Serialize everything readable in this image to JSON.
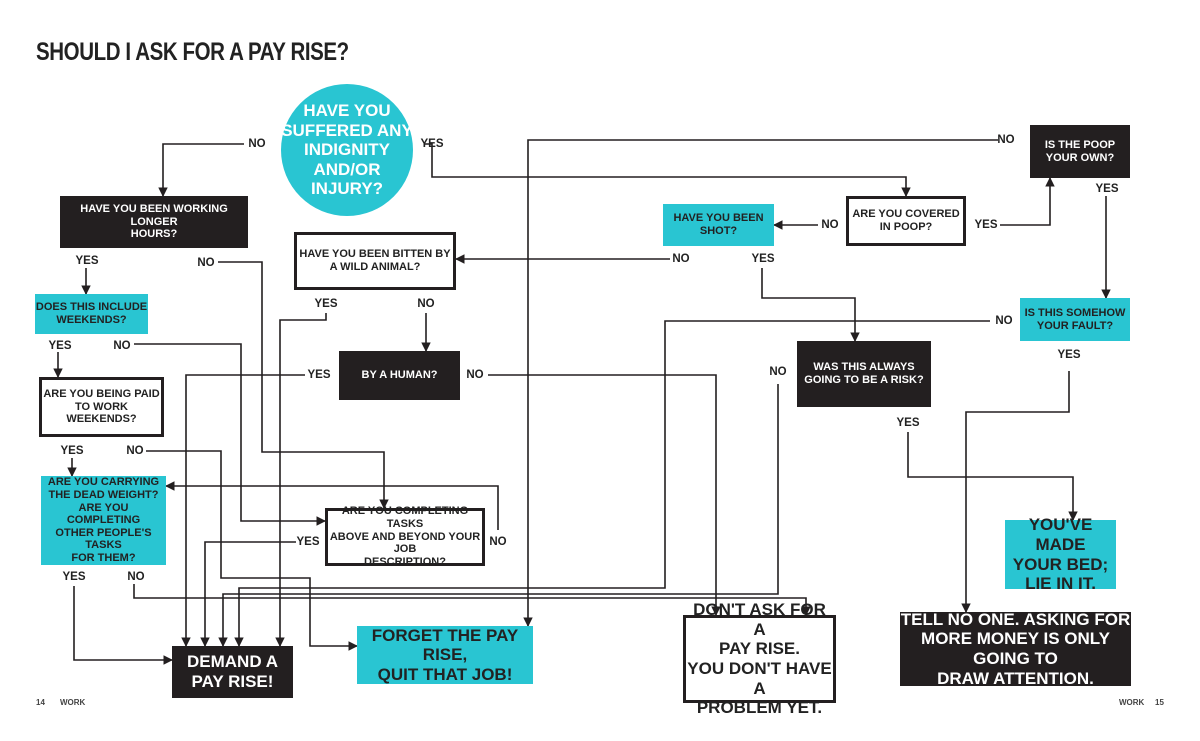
{
  "title": "SHOULD I ASK FOR A PAY RISE?",
  "colors": {
    "accent": "#29c5d2",
    "dark": "#231f20",
    "line": "#231f20"
  },
  "nodes": {
    "start": "HAVE YOU\nSUFFERED ANY\nINDIGNITY\nAND/OR\nINJURY?",
    "longer_hours": "HAVE YOU BEEN WORKING LONGER\nHOURS?",
    "weekends": "DOES THIS INCLUDE\nWEEKENDS?",
    "paid_weekends": "ARE YOU BEING PAID\nTO WORK WEEKENDS?",
    "dead_weight": "ARE YOU CARRYING\nTHE DEAD WEIGHT?\nARE YOU COMPLETING\nOTHER PEOPLE'S TASKS\nFOR THEM?",
    "bitten": "HAVE YOU BEEN BITTEN BY\nA WILD ANIMAL?",
    "human": "BY A HUMAN?",
    "tasks_above": "ARE YOU COMPLETING TASKS\nABOVE AND BEYOND YOUR JOB\nDESCRIPTION?",
    "shot": "HAVE YOU BEEN\nSHOT?",
    "poop": "ARE YOU COVERED\nIN POOP?",
    "own_poop": "IS THE POOP\nYOUR OWN?",
    "your_fault": "IS THIS SOMEHOW\nYOUR FAULT?",
    "always_risk": "WAS THIS ALWAYS\nGOING TO BE A RISK?",
    "made_bed": "YOU'VE MADE\nYOUR BED;\nLIE IN IT.",
    "demand": "DEMAND A\nPAY RISE!",
    "forget": "FORGET THE PAY RISE,\nQUIT THAT JOB!",
    "dont_ask": "DON'T ASK FOR A\nPAY RISE.\nYOU DON'T HAVE A\nPROBLEM YET.",
    "tell_no_one": "TELL NO ONE. ASKING FOR\nMORE MONEY IS ONLY GOING TO\nDRAW ATTENTION."
  },
  "labels": {
    "yes": "YES",
    "no": "NO"
  },
  "footer": {
    "left_page": "14",
    "left_section": "WORK",
    "right_section": "WORK",
    "right_page": "15"
  }
}
